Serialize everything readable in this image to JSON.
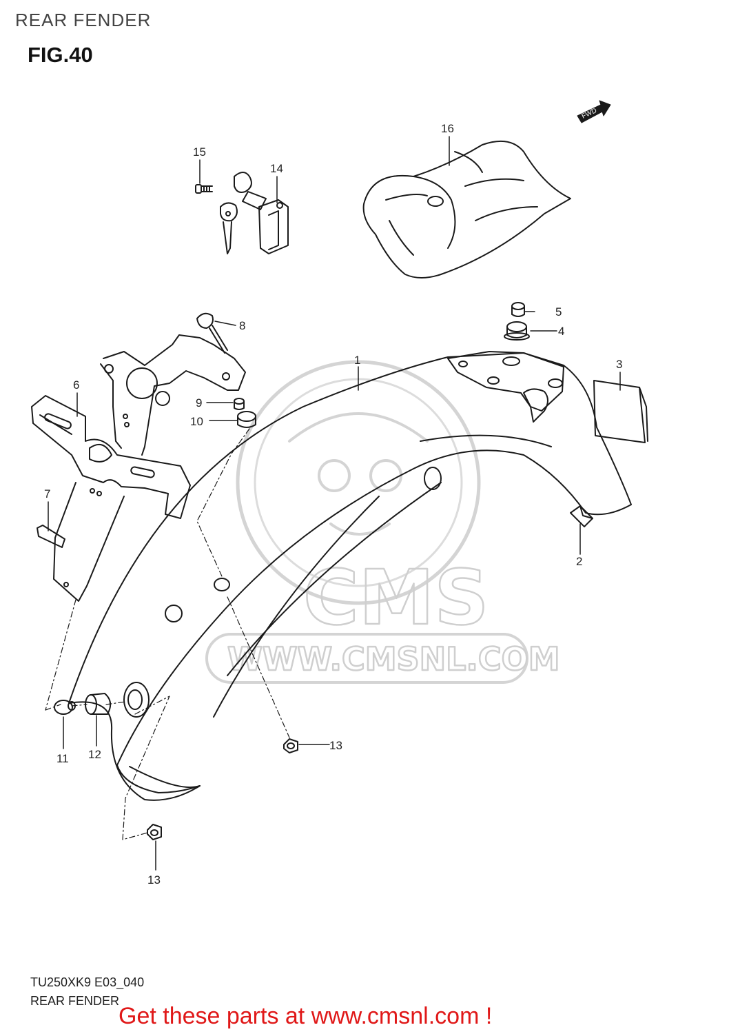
{
  "header": {
    "section_title": "REAR FENDER",
    "figure_label": "FIG.40"
  },
  "direction_badge": {
    "label": "FWD"
  },
  "watermark": {
    "brand": "CMS",
    "url": "WWW.CMSNL.COM"
  },
  "callouts": [
    "1",
    "2",
    "3",
    "4",
    "5",
    "6",
    "7",
    "8",
    "9",
    "10",
    "11",
    "12",
    "13",
    "13",
    "14",
    "15",
    "16"
  ],
  "footer": {
    "model_code": "TU250XK9 E03_040",
    "diagram_title": "REAR FENDER",
    "cta": "Get these parts at www.cmsnl.com !"
  },
  "colors": {
    "line": "#1a1a1a",
    "watermark": "#d4d4d4",
    "cta": "#e01818"
  }
}
